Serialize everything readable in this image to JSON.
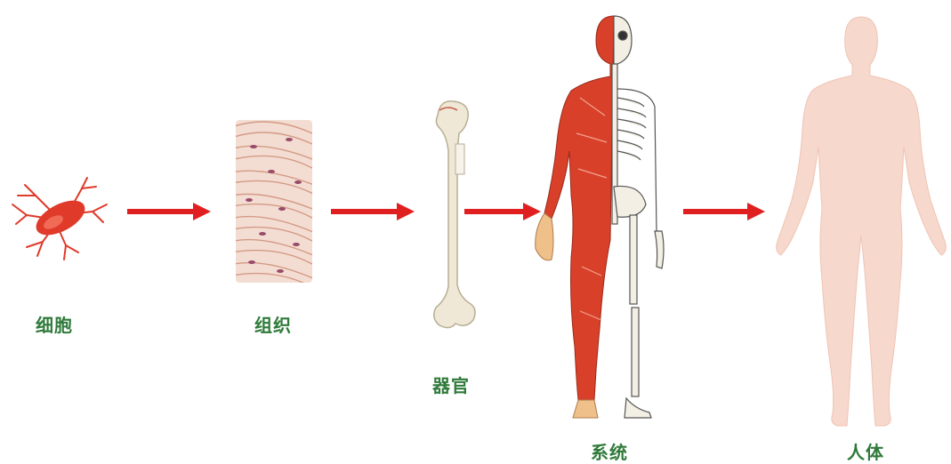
{
  "labels": {
    "cell": "细胞",
    "tissue": "组织",
    "organ": "器官",
    "system": "系统",
    "body": "人体"
  },
  "colors": {
    "label_text": "#2f7a3a",
    "arrow": "#e02020",
    "cell_red": "#e03a2a",
    "muscle_red": "#d8402a",
    "bone": "#efe8d6",
    "skin": "#f7d8cc"
  }
}
